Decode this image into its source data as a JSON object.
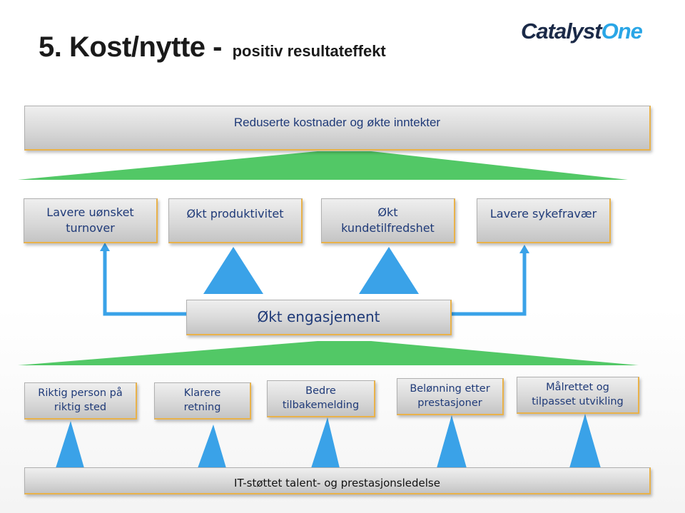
{
  "header": {
    "title_main": "5. Kost/nytte - ",
    "title_sub": "positiv resultateffekt",
    "logo_part1": "Catalyst",
    "logo_part2": "One"
  },
  "diagram": {
    "top_outcome": "Reduserte kostnader og økte inntekter",
    "benefits": [
      "Lavere uønsket turnover",
      "Økt produktivitet",
      "Økt kundetilfredshet",
      "Lavere sykefravær"
    ],
    "engagement": "Økt engasjement",
    "drivers": [
      "Riktig person på riktig sted",
      "Klarere retning",
      "Bedre tilbakemelding",
      "Belønning etter prestasjoner",
      "Målrettet og tilpasset utvikling"
    ],
    "foundation": "IT-støttet talent- og prestasjonsledelse"
  },
  "colors": {
    "green": "#52c866",
    "blue": "#3aa2e8",
    "text_blue": "#1f3a78",
    "box_border_accent": "#e9b24a"
  }
}
